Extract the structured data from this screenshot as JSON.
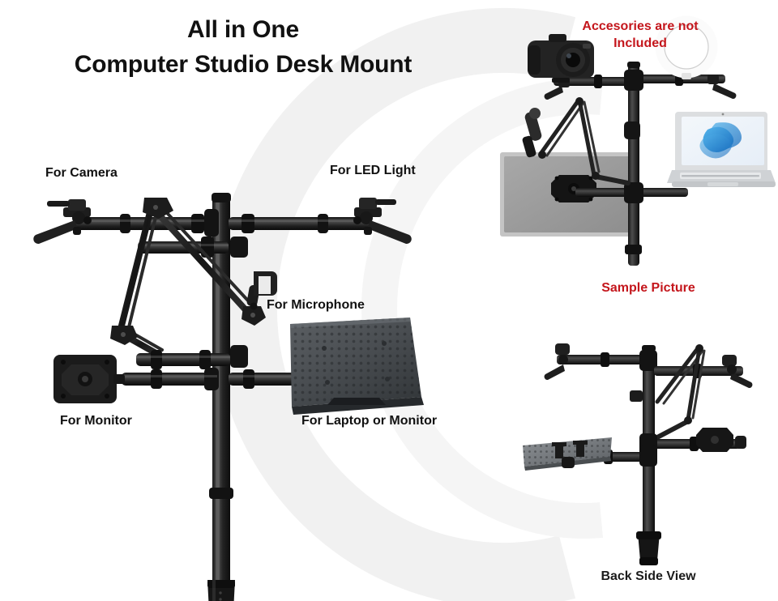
{
  "page": {
    "background_color": "#ffffff",
    "watermark_color": "#f2f2f2"
  },
  "header": {
    "title_line_1": "All in One",
    "title_line_2": "Computer Studio Desk Mount",
    "title_color": "#111111"
  },
  "notices": {
    "accessories_note_line_1": "Accesories are not",
    "accessories_note_line_2": "Included",
    "accessories_note_color": "#c4161c",
    "sample_caption": "Sample Picture",
    "sample_caption_color": "#c4161c",
    "back_caption": "Back Side View",
    "back_caption_color": "#1b1b1b"
  },
  "callouts": [
    {
      "id": "camera",
      "label": "For Camera"
    },
    {
      "id": "led",
      "label": "For LED Light"
    },
    {
      "id": "mic",
      "label": "For Microphone"
    },
    {
      "id": "monitor",
      "label": "For Monitor"
    },
    {
      "id": "laptop",
      "label": "For Laptop or Monitor"
    }
  ],
  "product": {
    "frame_color": "#1a1a1a",
    "frame_highlight": "#4a4a4a",
    "tray_color": "#4b4e52",
    "tray_edge": "#2d3033"
  },
  "sample_scene": {
    "camera_body_color": "#242424",
    "ring_light_color": "#fbfbfb",
    "monitor_screen_color": "#9b9b9b",
    "laptop_body_color": "#d9dbdd",
    "laptop_wallpaper_color": "#1f7fd6",
    "items": [
      {
        "name": "dslr-camera"
      },
      {
        "name": "ring-light"
      },
      {
        "name": "microphone"
      },
      {
        "name": "monitor"
      },
      {
        "name": "laptop"
      }
    ]
  }
}
